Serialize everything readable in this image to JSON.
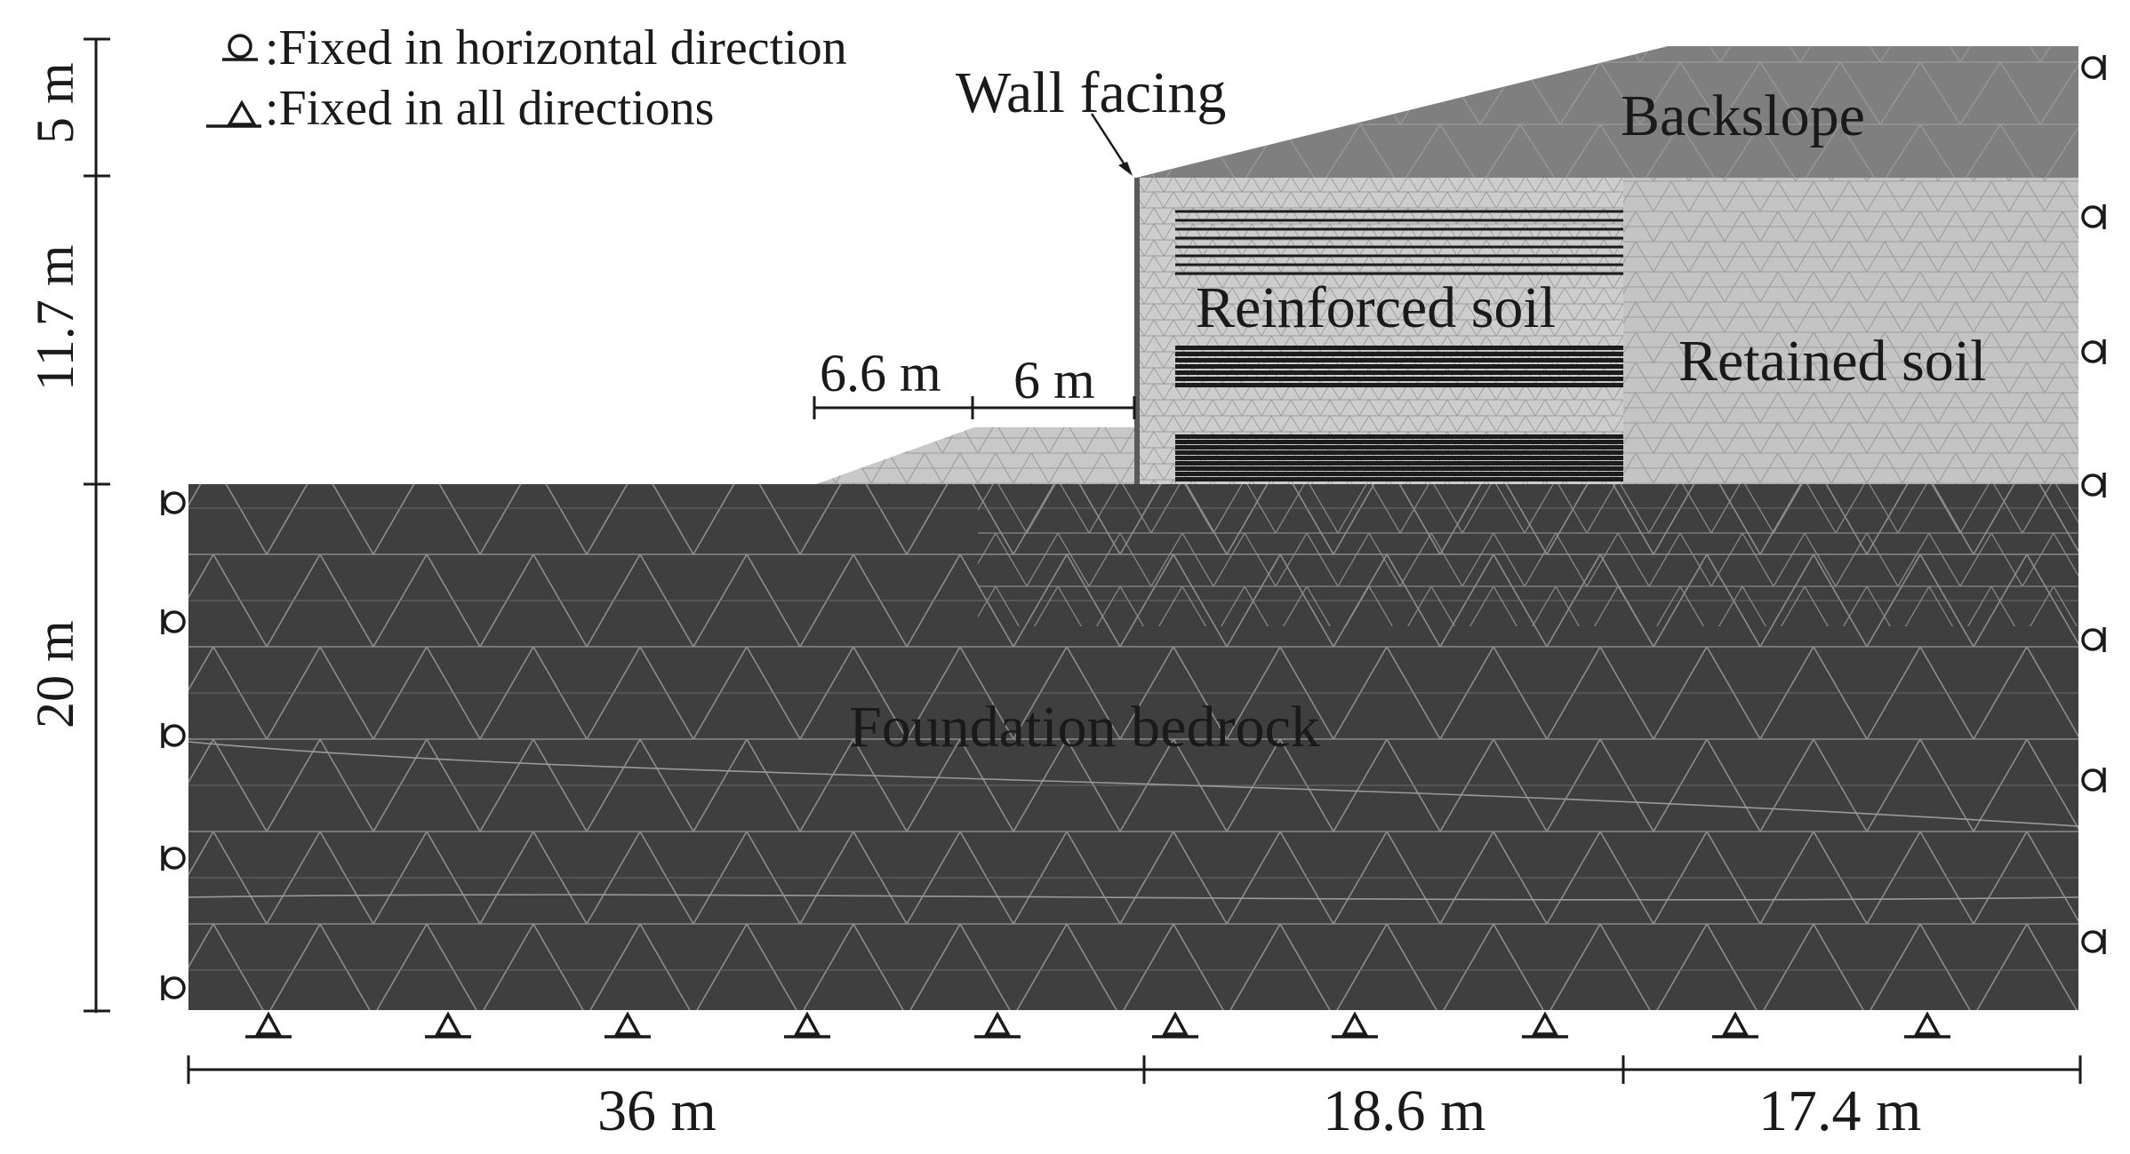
{
  "legend": {
    "roller_label": ":Fixed in horizontal direction",
    "pin_label": ":Fixed in all directions",
    "roller_icon": "roller-support-icon",
    "pin_icon": "pin-support-icon"
  },
  "regions": {
    "wall_facing": "Wall facing",
    "backslope": "Backslope",
    "reinforced_soil": "Reinforced soil",
    "retained_soil": "Retained soil",
    "foundation_bedrock": "Foundation bedrock"
  },
  "dimensions": {
    "vertical": [
      "5 m",
      "11.7 m",
      "20 m"
    ],
    "horizontal_bottom": [
      "36 m",
      "18.6 m",
      "17.4 m"
    ],
    "toe": [
      "6.6 m",
      "6 m"
    ]
  },
  "colors": {
    "bedrock": "#3f3f3f",
    "backslope": "#7f7f7f",
    "retained_soil": "#c4c4c4",
    "reinforced_soil": "#cdcdcd",
    "toe_berm": "#c8c8c8",
    "reinforcement": "#1c1c1c",
    "mesh_light": "#8a8a8a",
    "mesh_dark": "#ffffff"
  }
}
